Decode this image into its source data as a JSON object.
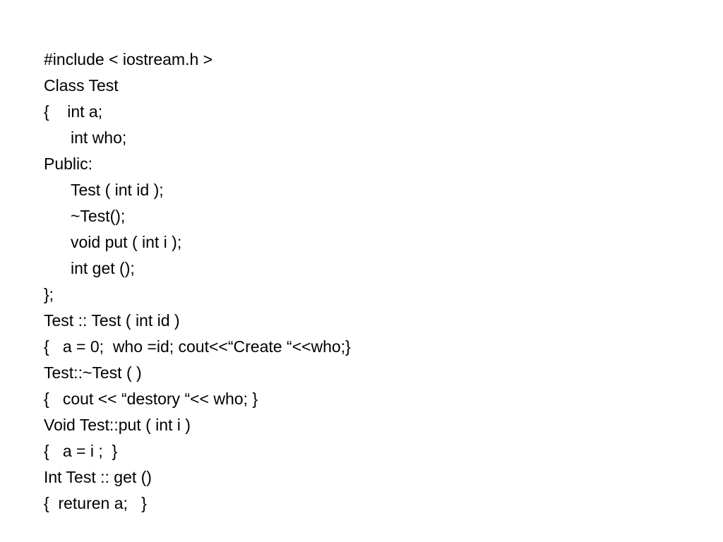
{
  "slide": {
    "lines": [
      {
        "text": "#include < iostream.h >",
        "indent": false
      },
      {
        "text": "Class Test",
        "indent": false
      },
      {
        "text": "{    int a;",
        "indent": false
      },
      {
        "text": "int who;",
        "indent": true
      },
      {
        "text": "Public:",
        "indent": false
      },
      {
        "text": "Test ( int id );",
        "indent": true
      },
      {
        "text": "~Test();",
        "indent": true
      },
      {
        "text": "void put ( int i );",
        "indent": true
      },
      {
        "text": "int get ();",
        "indent": true
      },
      {
        "text": "};",
        "indent": false
      },
      {
        "text": "Test :: Test ( int id )",
        "indent": false
      },
      {
        "text": "{   a = 0;  who =id; cout<<“Create “<<who;}",
        "indent": false
      },
      {
        "text": "Test::~Test ( )",
        "indent": false
      },
      {
        "text": "{   cout << “destory “<< who; }",
        "indent": false
      },
      {
        "text": "Void Test::put ( int i )",
        "indent": false
      },
      {
        "text": "{   a = i ;  }",
        "indent": false
      },
      {
        "text": "Int Test :: get ()",
        "indent": false
      },
      {
        "text": "{  returen a;   }",
        "indent": false
      }
    ]
  }
}
